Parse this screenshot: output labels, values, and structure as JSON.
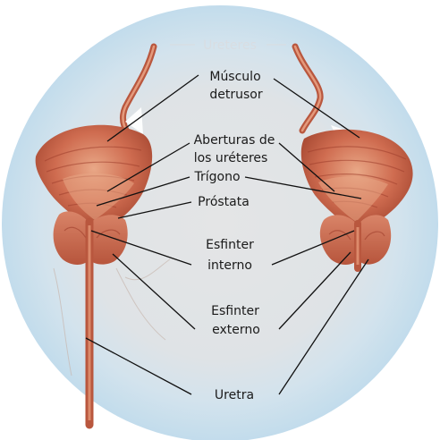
{
  "diagram": {
    "labels": {
      "ureteres": "Ureteres",
      "musculo_line1": "Músculo",
      "musculo_line2": "detrusor",
      "aberturas_line1": "Aberturas de",
      "aberturas_line2": "los uréteres",
      "trigono": "Trígono",
      "prostata": "Próstata",
      "esf_int_line1": "Esfinter",
      "esf_int_line2": "interno",
      "esf_ext_line1": "Esfinter",
      "esf_ext_line2": "externo",
      "uretra": "Uretra"
    },
    "colors": {
      "background_disc": "#cbe1ef",
      "disc_center": "#e2e4e6",
      "muscle": "#c8654a",
      "muscle_dark": "#9e3e2c",
      "muscle_light": "#e7a585",
      "urethra": "#b9573e",
      "leader_line": "#111111"
    }
  }
}
